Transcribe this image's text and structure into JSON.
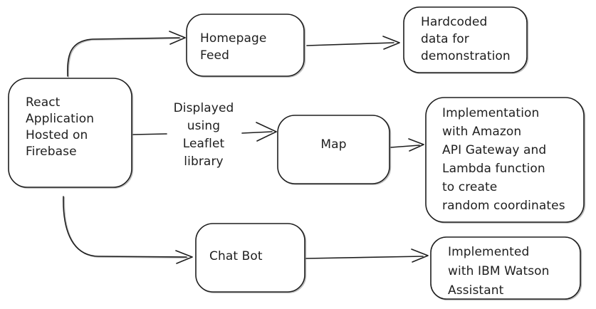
{
  "diagram": {
    "type": "flowchart",
    "style": "hand-drawn-sketch",
    "background_color": "#ffffff",
    "stroke_color": "#1e1e1e",
    "text_color": "#1e1e1e",
    "nodes": {
      "react": {
        "label": "React\nApplication\nHosted on\nFirebase"
      },
      "homepage": {
        "label": "Homepage\nFeed"
      },
      "hardcoded": {
        "label": "Hardcoded\ndata for\ndemonstration"
      },
      "map": {
        "label": "Map"
      },
      "implementation": {
        "label": "Implementation\nwith Amazon\nAPI Gateway and\nLambda function\nto create\nrandom coordinates"
      },
      "chatbot": {
        "label": "Chat Bot"
      },
      "watson": {
        "label": "Implemented\nwith IBM Watson\nAssistant"
      }
    },
    "edges": [
      {
        "from": "react",
        "to": "homepage",
        "label": ""
      },
      {
        "from": "react",
        "to": "map",
        "label": "Displayed\nusing\nLeaflet\nlibrary"
      },
      {
        "from": "react",
        "to": "chatbot",
        "label": ""
      },
      {
        "from": "homepage",
        "to": "hardcoded",
        "label": ""
      },
      {
        "from": "map",
        "to": "implementation",
        "label": ""
      },
      {
        "from": "chatbot",
        "to": "watson",
        "label": ""
      }
    ]
  }
}
